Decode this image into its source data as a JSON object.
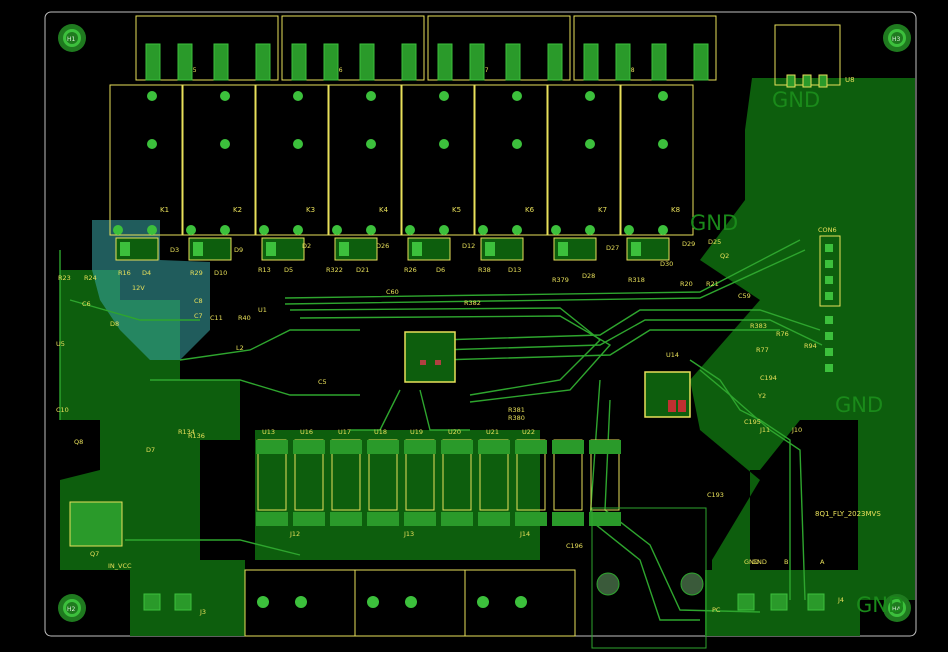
{
  "board": {
    "background": "#000000",
    "copper_fill": "#0d5e0d",
    "copper_trace": "#2ea52e",
    "pad_color": "#3cc03c",
    "silkscreen": "#e8e05a",
    "highlight": "#6fd4d4"
  },
  "mounting_holes": [
    {
      "label": "H1"
    },
    {
      "label": "H3"
    },
    {
      "label": "H2"
    },
    {
      "label": "H4"
    }
  ],
  "relays": [
    {
      "label": "K1"
    },
    {
      "label": "K2"
    },
    {
      "label": "K3"
    },
    {
      "label": "K4"
    },
    {
      "label": "K5"
    },
    {
      "label": "K6"
    },
    {
      "label": "K7"
    },
    {
      "label": "K8"
    }
  ],
  "top_connectors": [
    {
      "label": "J5"
    },
    {
      "label": "J6"
    },
    {
      "label": "J7"
    },
    {
      "label": "J8"
    }
  ],
  "gnd_labels": [
    {
      "text": "GND"
    },
    {
      "text": "GND"
    },
    {
      "text": "GND"
    },
    {
      "text": "GND"
    }
  ],
  "component_labels": [
    {
      "text": "R16"
    },
    {
      "text": "D4"
    },
    {
      "text": "R29"
    },
    {
      "text": "D10"
    },
    {
      "text": "R13"
    },
    {
      "text": "D5"
    },
    {
      "text": "R322"
    },
    {
      "text": "D21"
    },
    {
      "text": "R26"
    },
    {
      "text": "D6"
    },
    {
      "text": "R38"
    },
    {
      "text": "D13"
    },
    {
      "text": "R379"
    },
    {
      "text": "D28"
    },
    {
      "text": "R318"
    },
    {
      "text": "D30"
    },
    {
      "text": "D3"
    },
    {
      "text": "D9"
    },
    {
      "text": "D2"
    },
    {
      "text": "D26"
    },
    {
      "text": "D12"
    },
    {
      "text": "D27"
    },
    {
      "text": "D29"
    },
    {
      "text": "R23"
    },
    {
      "text": "R24"
    },
    {
      "text": "C6"
    },
    {
      "text": "C8"
    },
    {
      "text": "C7"
    },
    {
      "text": "D8"
    },
    {
      "text": "U5"
    },
    {
      "text": "12V"
    },
    {
      "text": "C11"
    },
    {
      "text": "R40"
    },
    {
      "text": "L2"
    },
    {
      "text": "U1"
    },
    {
      "text": "C5"
    },
    {
      "text": "C60"
    },
    {
      "text": "R382"
    },
    {
      "text": "U13"
    },
    {
      "text": "U16"
    },
    {
      "text": "U17"
    },
    {
      "text": "U18"
    },
    {
      "text": "U19"
    },
    {
      "text": "U20"
    },
    {
      "text": "U21"
    },
    {
      "text": "U22"
    },
    {
      "text": "R380"
    },
    {
      "text": "R381"
    },
    {
      "text": "C59"
    },
    {
      "text": "R383"
    },
    {
      "text": "R76"
    },
    {
      "text": "R77"
    },
    {
      "text": "C194"
    },
    {
      "text": "C195"
    },
    {
      "text": "U14"
    },
    {
      "text": "CON6"
    },
    {
      "text": "R94"
    },
    {
      "text": "J11"
    },
    {
      "text": "C193"
    },
    {
      "text": "C196"
    },
    {
      "text": "J12"
    },
    {
      "text": "J13"
    },
    {
      "text": "J14"
    },
    {
      "text": "J3"
    },
    {
      "text": "J4"
    },
    {
      "text": "Q7"
    },
    {
      "text": "Q8"
    },
    {
      "text": "D7"
    },
    {
      "text": "C10"
    },
    {
      "text": "R134"
    },
    {
      "text": "R136"
    },
    {
      "text": "D25"
    },
    {
      "text": "Q2"
    },
    {
      "text": "Y2"
    },
    {
      "text": "R20"
    },
    {
      "text": "R21"
    },
    {
      "text": "J10"
    },
    {
      "text": "GND"
    },
    {
      "text": "IN_VCC"
    },
    {
      "text": "PC"
    },
    {
      "text": "GND"
    },
    {
      "text": "B"
    },
    {
      "text": "A"
    }
  ],
  "board_id": "8Q1_FLY_2023MVS",
  "corner_tag": "U8"
}
